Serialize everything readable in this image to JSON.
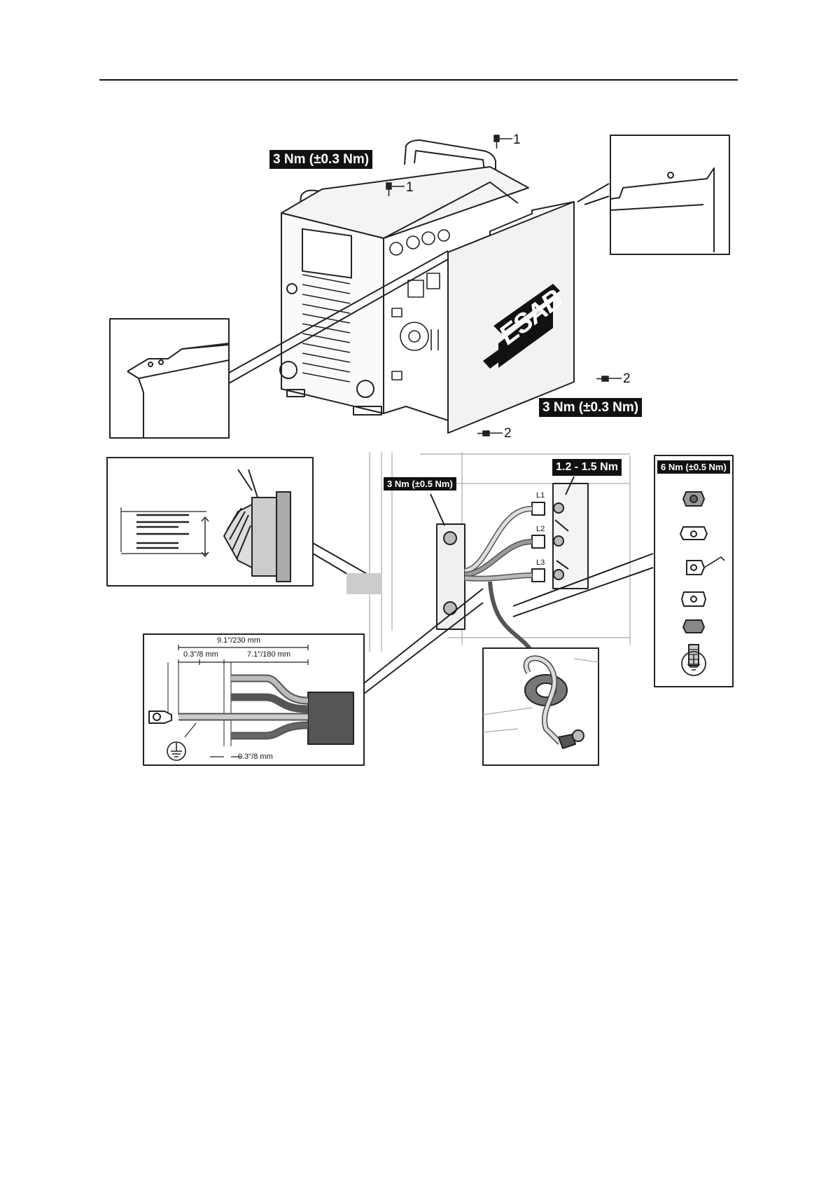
{
  "torque_labels": {
    "top_cover": "3 Nm (±0.3 Nm)",
    "side_cover": "3 Nm (±0.3 Nm)",
    "cable_clamp": "3 Nm (±0.5 Nm)",
    "terminal_block": "1.2 - 1.5 Nm",
    "ground_stud": "6 Nm (±0.5 Nm)"
  },
  "callouts": {
    "screw_top_1a": "1",
    "screw_top_1b": "1",
    "screw_side_2a": "2",
    "screw_side_2b": "2"
  },
  "terminals": {
    "l1": "L1",
    "l2": "L2",
    "l3": "L3"
  },
  "brand_logo_text": "ESAB",
  "cable_dimensions": {
    "total_length": "9.1\"/230 mm",
    "lug_strip": "0.3\"/8 mm",
    "conductor_length": "7.1\"/180 mm",
    "wire_strip": "0.3\"/8 mm"
  }
}
